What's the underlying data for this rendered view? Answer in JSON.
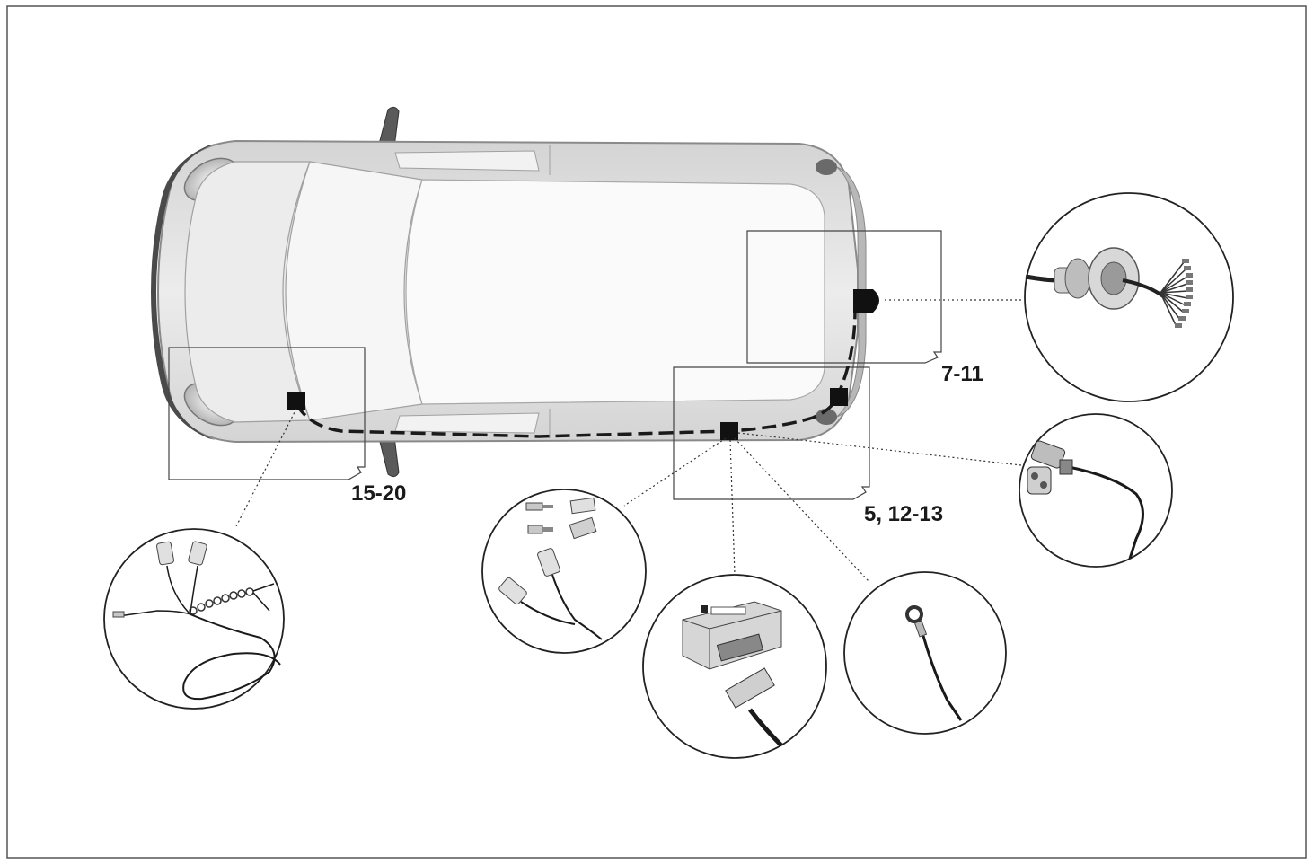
{
  "diagram": {
    "subject": "vehicle-top-view-towbar-wiring",
    "labels": {
      "rear_socket_steps": "7-11",
      "module_steps": "5, 12-13",
      "front_steps": "15-20"
    },
    "colors": {
      "body": "#e8e8e8",
      "body_shade": "#c9c9c9",
      "outline": "#9a9a9a",
      "dark_trim": "#3a3a3a",
      "wire": "#1a1a1a",
      "frame": "#444444"
    },
    "details": [
      {
        "id": "socket-detail",
        "icon": "towbar-socket-icon"
      },
      {
        "id": "grommet-detail",
        "icon": "grommet-connector-icon"
      },
      {
        "id": "terminal-detail",
        "icon": "spade-terminal-icon"
      },
      {
        "id": "module-detail",
        "icon": "control-module-icon"
      },
      {
        "id": "ring-terminal-detail",
        "icon": "ring-terminal-icon"
      },
      {
        "id": "front-harness-detail",
        "icon": "splice-harness-icon"
      }
    ]
  }
}
